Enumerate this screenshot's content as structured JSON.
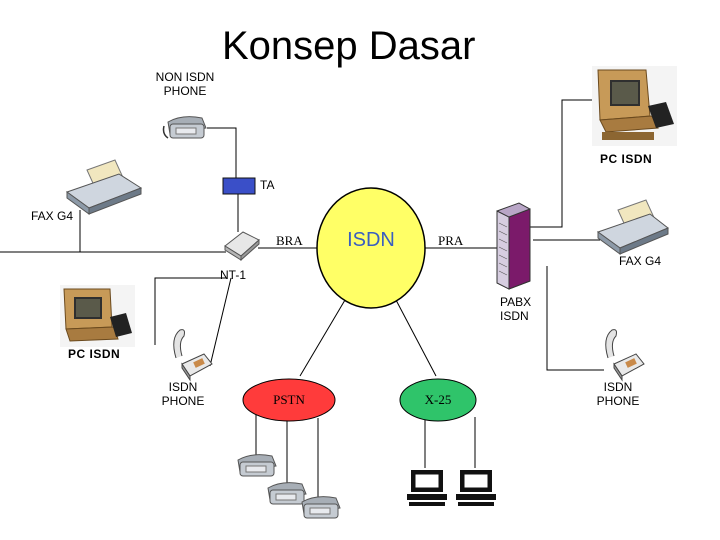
{
  "title": "Konsep Dasar",
  "cloud": {
    "label": "ISDN",
    "fill": "#ffff66"
  },
  "labels": {
    "non_isdn_phone": "NON ISDN\nPHONE",
    "ta": "TA",
    "fax_left": "FAX G4",
    "bra": "BRA",
    "pra": "PRA",
    "nt1": "NT-1",
    "pc_isdn_right": "PC ISDN",
    "fax_right": "FAX G4",
    "pabx": "PABX\nISDN",
    "pc_isdn_left": "PC ISDN",
    "isdn_phone_left": "ISDN\nPHONE",
    "isdn_phone_right": "ISDN\nPHONE"
  },
  "networks": {
    "pstn": {
      "label": "PSTN",
      "fill": "#ff3b3b"
    },
    "x25": {
      "label": "X-25",
      "fill": "#2fc46a"
    }
  },
  "icons": [
    "phone-icon",
    "computer-icon",
    "fax-icon",
    "nt1-box-icon",
    "pabx-cabinet-icon",
    "ta-adapter-icon",
    "isdn-phone-icon",
    "terminal-icon"
  ]
}
